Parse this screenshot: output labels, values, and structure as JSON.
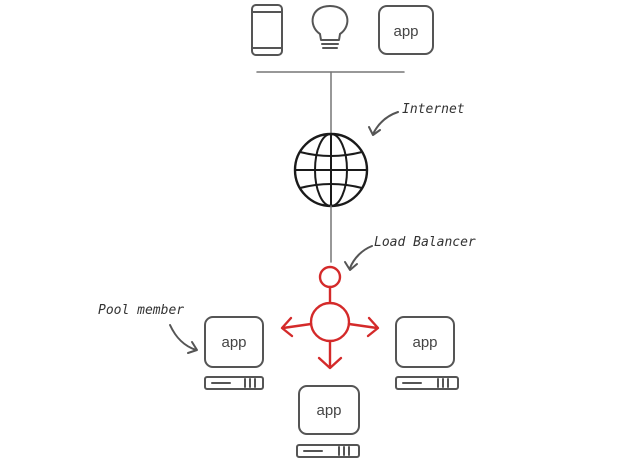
{
  "labels": {
    "internet": "Internet",
    "load_balancer": "Load Balancer",
    "pool_member": "Pool member"
  },
  "clients": {
    "app_label": "app"
  },
  "pool": {
    "app_label": "app"
  },
  "colors": {
    "balancer": "#d42a2a",
    "outline": "#555555"
  },
  "icons": [
    "phone-icon",
    "lightbulb-icon",
    "app-icon",
    "globe-icon",
    "load-balancer-icon",
    "server-icon"
  ]
}
